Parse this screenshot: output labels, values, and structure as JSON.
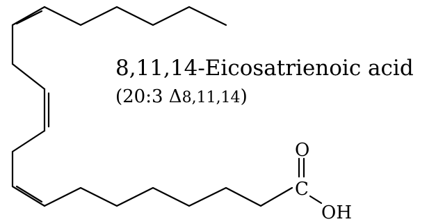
{
  "compound": {
    "name": "8,11,14-Eicosatrienoic acid",
    "notation_prefix": "(20:3 Δ",
    "notation_positions": "8,11,14",
    "notation_suffix": ")"
  },
  "atoms": {
    "oxygen_double": "O",
    "carbon_carboxyl": "C",
    "hydroxyl": "OH"
  },
  "colors": {
    "stroke": "#000000",
    "background": "#ffffff"
  }
}
